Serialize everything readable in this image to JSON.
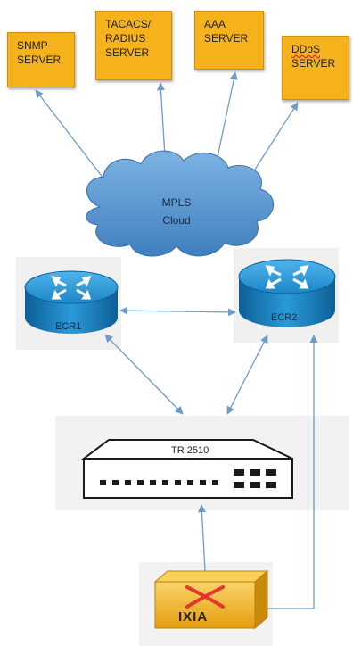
{
  "servers": {
    "snmp": {
      "line1": "SNMP",
      "line2": "SERVER",
      "line3": ""
    },
    "tacacs": {
      "line1": "TACACS/",
      "line2": "RADIUS",
      "line3": "SERVER"
    },
    "aaa": {
      "line1": "AAA",
      "line2": "SERVER",
      "line3": ""
    },
    "ddos": {
      "line1": "DDoS",
      "line2": "SERVER",
      "line3": ""
    }
  },
  "cloud": {
    "line1": "MPLS",
    "line2": "Cloud"
  },
  "routers": {
    "ecr1": "ECR1",
    "ecr2": "ECR2"
  },
  "switch": {
    "label": "TR 2510"
  },
  "ixia": {
    "label": "IXIA"
  },
  "colors": {
    "server_fill": "#f5b21a",
    "cloud_fill": "#5b9bd5",
    "router_fill": "#1f8fd1",
    "arrow": "#6e9cc9",
    "ixia_fill": "#f3b31a",
    "ixia_x": "#e4362a"
  }
}
